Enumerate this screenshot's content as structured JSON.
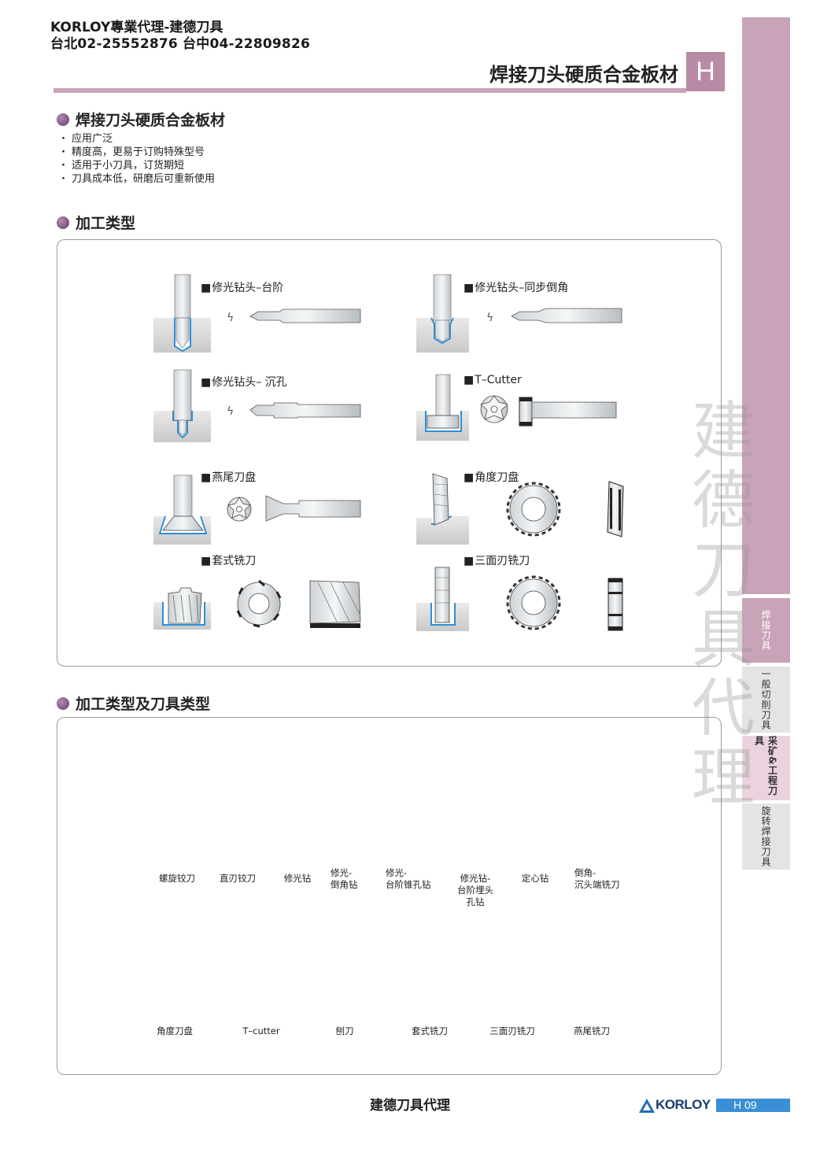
{
  "header": {
    "agent_line": "KORLOY專業代理-建德刀具",
    "phone_line": "台北02-25552876 台中04-22809826",
    "title": "焊接刀头硬质合金板材",
    "section_letter": "H"
  },
  "sidebar": {
    "tabs": [
      "焊接刀具",
      "一般切削刀具",
      "采矿&工程刀具",
      "旋转焊接刀具"
    ],
    "watermark": "建德刀具代理"
  },
  "section1": {
    "heading": "焊接刀头硬质合金板材",
    "bullets": [
      "应用广泛",
      "精度高，更易于订购特殊型号",
      "适用于小刀具，订货期短",
      "刀具成本低，研磨后可重新使用"
    ]
  },
  "section2": {
    "heading": "加工类型",
    "items": [
      "修光钻头–台阶",
      "修光钻头–同步倒角",
      "修光钻头– 沉孔",
      "T–Cutter",
      "燕尾刀盘",
      "角度刀盘",
      "套式铣刀",
      "三面刃铣刀"
    ]
  },
  "section3": {
    "heading": "加工类型及刀具类型",
    "row1": [
      "螺旋铰刀",
      "直刃铰刀",
      "修光钻",
      "修光-\n倒角钻",
      "修光-\n台阶锥孔钻",
      "修光钻-\n台阶埋头\n孔钻",
      "定心钻",
      "倒角-\n沉头端铣刀"
    ],
    "row2": [
      "角度刀盘",
      "T–cutter",
      "刨刀",
      "套式铣刀",
      "三面刃铣刀",
      "燕尾铣刀"
    ]
  },
  "footer": {
    "center": "建德刀具代理",
    "brand": "KORLOY",
    "page": "H 09"
  },
  "colors": {
    "accent": "#c9a3b8",
    "accent_dark": "#b98aa6",
    "blue_outline": "#2d8fd6",
    "page_box": "#3a8fd4"
  }
}
